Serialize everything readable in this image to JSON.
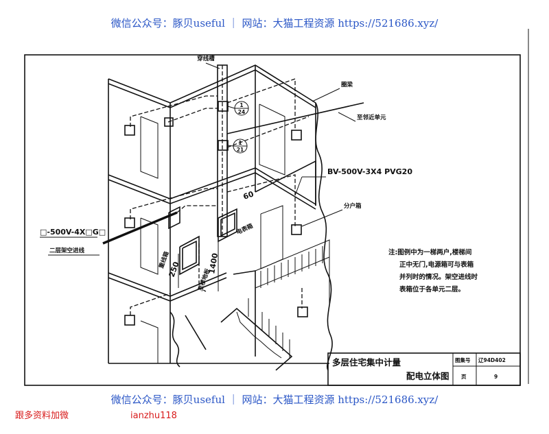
{
  "watermark": {
    "top": "微信公众号：豚贝useful ｜ 网站：大猫工程资源 https://521686.xyz/",
    "bottom": "微信公众号：豚贝useful ｜ 网站：大猫工程资源 https://521686.xyz/",
    "contact_label": "跟多资料加微",
    "contact_id": "ianzhu118"
  },
  "labels": {
    "cable_tray": "穿线槽",
    "ring_beam": "圈梁",
    "to_unit": "至邻近单元",
    "cable_spec": "BV-500V-3X4 PVG20",
    "branch_box": "分户箱",
    "left_spec": "□-500V-4X□G□",
    "second_floor_overhead": "二层架空进线",
    "meter_box": "电表箱",
    "main_trunk": "重线箱",
    "to_stair_ground": "至楼地板",
    "dim_60": "60",
    "dim_250": "250",
    "dim_1400": "1400",
    "callout_1_num": "1",
    "callout_1_den": "24",
    "callout_2_num": "1",
    "callout_2_den": "21"
  },
  "note": {
    "lines": [
      "注:图例中为一梯两户,楼梯间",
      "正中无门,电源箱可与表箱",
      "并列时的情况。架空进线时",
      "表箱位于各单元二层。"
    ]
  },
  "title_block": {
    "title_line1": "多层住宅集中计量",
    "title_line2": "配电立体图",
    "atlas_label": "图集号",
    "atlas_no": "辽94D402",
    "page_label": "页",
    "page_no": "9"
  }
}
